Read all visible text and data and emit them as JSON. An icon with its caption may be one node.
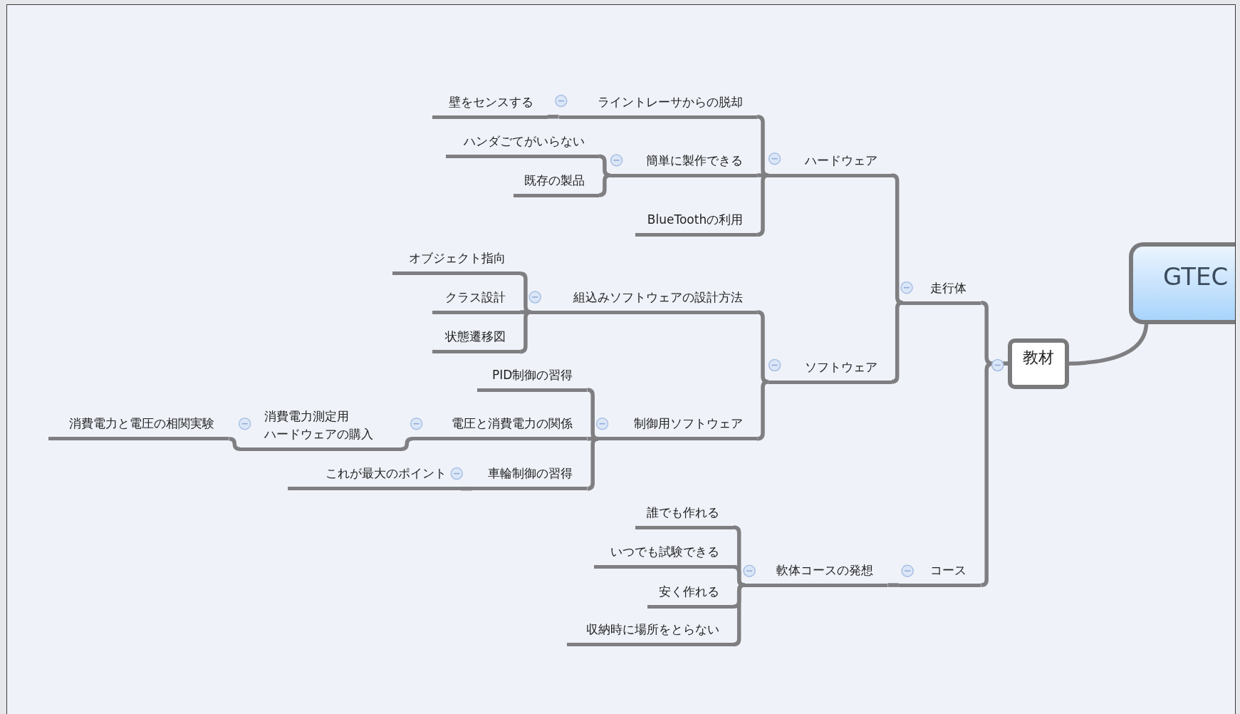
{
  "diagram": {
    "nodes": [
      {
        "text": [
          "GTEC"
        ]
      },
      {
        "text": [
          "教材"
        ]
      },
      {
        "text": [
          "走行体"
        ]
      },
      {
        "text": [
          "ハードウェア"
        ]
      },
      {
        "text": [
          "ライントレーサからの脱却"
        ]
      },
      {
        "text": [
          "壁をセンスする"
        ]
      },
      {
        "text": [
          "簡単に製作できる"
        ]
      },
      {
        "text": [
          "ハンダごてがいらない"
        ]
      },
      {
        "text": [
          "既存の製品"
        ]
      },
      {
        "text": [
          "BlueToothの利用"
        ]
      },
      {
        "text": [
          "ソフトウェア"
        ]
      },
      {
        "text": [
          "組込みソフトウェアの設計方法"
        ]
      },
      {
        "text": [
          "オブジェクト指向"
        ]
      },
      {
        "text": [
          "クラス設計"
        ]
      },
      {
        "text": [
          "状態遷移図"
        ]
      },
      {
        "text": [
          "制御用ソフトウェア"
        ]
      },
      {
        "text": [
          "PID制御の習得"
        ]
      },
      {
        "text": [
          "電圧と消費電力の関係"
        ]
      },
      {
        "text": [
          "消費電力測定用ハードウェアの購入"
        ]
      },
      {
        "text": [
          "消費電力と電圧の相関実験"
        ]
      },
      {
        "text": [
          "車輪制御の習得"
        ]
      },
      {
        "text": [
          "これが最大のポイント"
        ]
      },
      {
        "text": [
          "コース"
        ]
      },
      {
        "text": [
          "軟体コースの発想"
        ]
      },
      {
        "text": [
          "誰でも作れる"
        ]
      },
      {
        "text": [
          "いつでも試験できる"
        ]
      },
      {
        "text": [
          "安く作れる"
        ]
      },
      {
        "text": [
          "収納時に場所をとらない"
        ]
      }
    ],
    "edges": [
      {
        "from": 0,
        "to": 1,
        "arrow": "none"
      },
      {
        "from": 1,
        "to": 2,
        "arrow": "none"
      },
      {
        "from": 1,
        "to": 22,
        "arrow": "none"
      },
      {
        "from": 2,
        "to": 3,
        "arrow": "none"
      },
      {
        "from": 2,
        "to": 10,
        "arrow": "none"
      },
      {
        "from": 3,
        "to": 4,
        "arrow": "none"
      },
      {
        "from": 3,
        "to": 6,
        "arrow": "none"
      },
      {
        "from": 3,
        "to": 9,
        "arrow": "none"
      },
      {
        "from": 4,
        "to": 5,
        "arrow": "none"
      },
      {
        "from": 6,
        "to": 7,
        "arrow": "none"
      },
      {
        "from": 6,
        "to": 8,
        "arrow": "none"
      },
      {
        "from": 10,
        "to": 11,
        "arrow": "none"
      },
      {
        "from": 10,
        "to": 15,
        "arrow": "none"
      },
      {
        "from": 11,
        "to": 12,
        "arrow": "none"
      },
      {
        "from": 11,
        "to": 13,
        "arrow": "none"
      },
      {
        "from": 11,
        "to": 14,
        "arrow": "none"
      },
      {
        "from": 15,
        "to": 16,
        "arrow": "none"
      },
      {
        "from": 15,
        "to": 17,
        "arrow": "none"
      },
      {
        "from": 15,
        "to": 20,
        "arrow": "none"
      },
      {
        "from": 17,
        "to": 18,
        "arrow": "none"
      },
      {
        "from": 18,
        "to": 19,
        "arrow": "none"
      },
      {
        "from": 20,
        "to": 21,
        "arrow": "none"
      },
      {
        "from": 22,
        "to": 23,
        "arrow": "none"
      },
      {
        "from": 23,
        "to": 24,
        "arrow": "none"
      },
      {
        "from": 23,
        "to": 25,
        "arrow": "none"
      },
      {
        "from": 23,
        "to": 26,
        "arrow": "none"
      },
      {
        "from": 23,
        "to": 27,
        "arrow": "none"
      }
    ]
  }
}
